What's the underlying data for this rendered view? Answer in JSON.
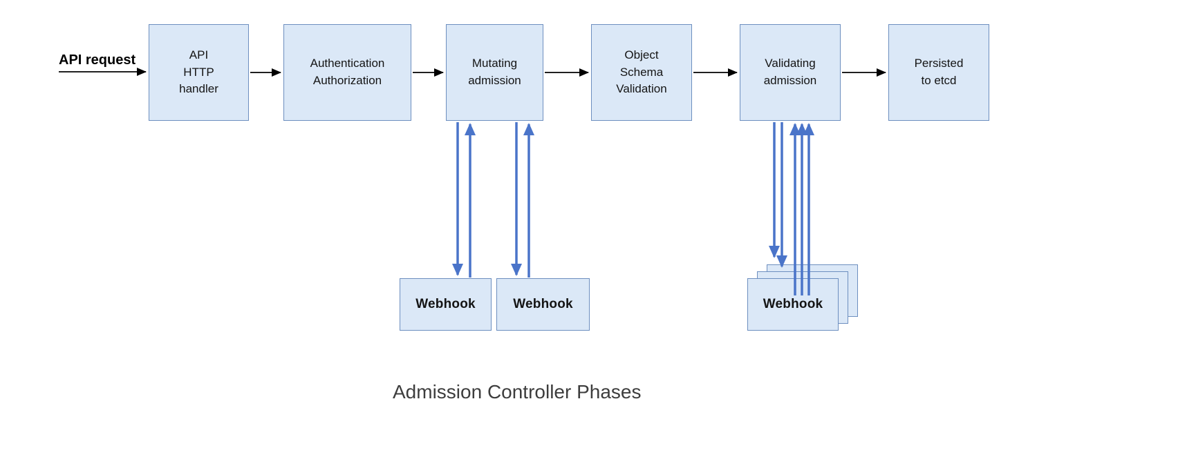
{
  "diagram": {
    "caption": "Admission Controller Phases",
    "api_request_label": "API request",
    "phases": [
      "API\nHTTP\nhandler",
      "Authentication\nAuthorization",
      "Mutating\nadmission",
      "Object\nSchema\nValidation",
      "Validating\nadmission",
      "Persisted\nto etcd"
    ],
    "mutating_webhooks": [
      "Webhook",
      "Webhook"
    ],
    "validating_webhook": "Webhook",
    "colors": {
      "box_fill": "#dbe8f7",
      "box_border": "#6c8ebf",
      "flow_arrow": "#000000",
      "webhook_arrow": "#4a74c9"
    }
  }
}
